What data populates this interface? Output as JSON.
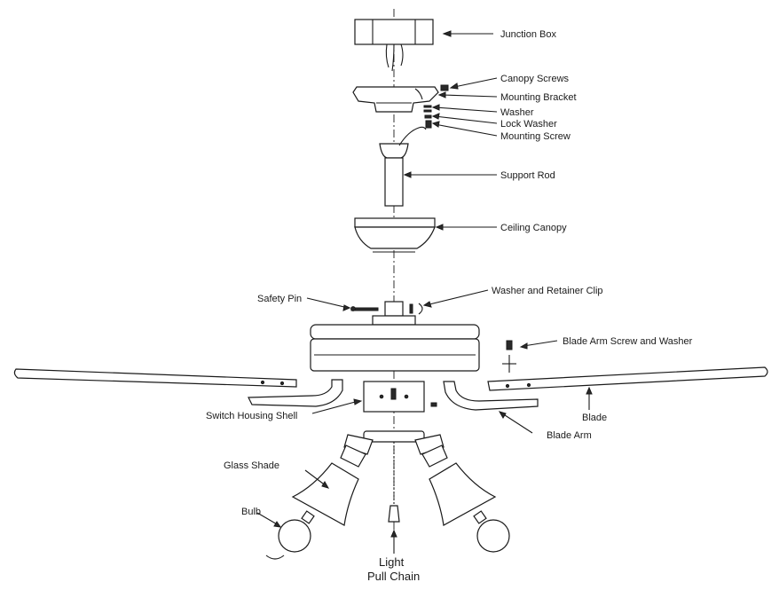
{
  "diagram": {
    "labels": {
      "junction_box": "Junction Box",
      "canopy_screws": "Canopy Screws",
      "mounting_bracket": "Mounting Bracket",
      "washer": "Washer",
      "lock_washer": "Lock Washer",
      "mounting_screw": "Mounting Screw",
      "support_rod": "Support Rod",
      "ceiling_canopy": "Ceiling Canopy",
      "safety_pin": "Safety Pin",
      "washer_retainer_clip": "Washer and Retainer Clip",
      "blade_arm_screw_washer": "Blade Arm Screw and Washer",
      "switch_housing_shell": "Switch Housing Shell",
      "blade": "Blade",
      "blade_arm": "Blade Arm",
      "glass_shade": "Glass Shade",
      "bulb": "Bulb",
      "light_pull_chain_line1": "Light",
      "light_pull_chain_line2": "Pull Chain"
    },
    "colors": {
      "ink": "#1a1a1a",
      "background": "#ffffff"
    }
  }
}
